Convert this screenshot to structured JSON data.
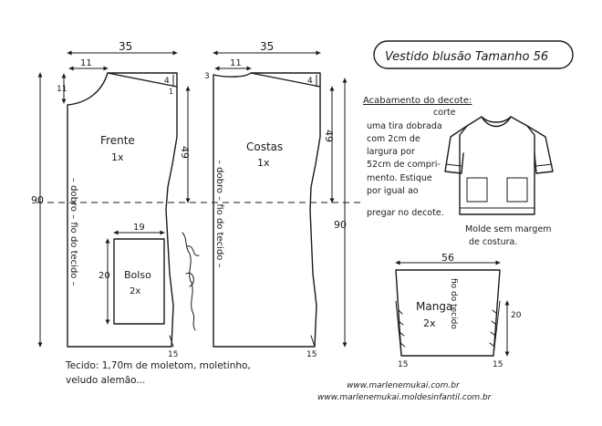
{
  "title": "Vestido blusão Tamanho 56",
  "front": {
    "name": "Frente",
    "count": "1x",
    "top_width": "35",
    "neck_width": "11",
    "neck_depth": "11",
    "shoulder_drop": "4",
    "armhole_depth": "49",
    "total_length": "90",
    "hem_extra": "15",
    "fold_label": "– dobro – fio do tecido –",
    "side_mark": "1"
  },
  "back": {
    "name": "Costas",
    "count": "1x",
    "top_width": "35",
    "neck_width": "11",
    "neck_depth": "3",
    "shoulder_drop": "4",
    "armhole_depth": "49",
    "total_length": "90",
    "hem_extra": "15",
    "fold_label": "– dobro – fio do tecido –"
  },
  "pocket": {
    "name": "Bolso",
    "count": "2x",
    "width": "19",
    "height": "20"
  },
  "sleeve": {
    "name": "Manga",
    "count": "2x",
    "width": "56",
    "height": "20",
    "cuff_left": "15",
    "cuff_right": "15",
    "grain_label": "fio do tecido"
  },
  "finishing_note": {
    "heading": "Acabamento do decote:",
    "lines": [
      "corte",
      "uma tira dobrada",
      "com 2cm de",
      "largura por",
      "52cm de compri-",
      "mento. Estique",
      "por igual ao",
      "pregar no decote."
    ]
  },
  "mold_note": [
    "Molde sem margem",
    "de costura."
  ],
  "fabric_note": [
    "Tecido: 1,70m de moletom, moletinho,",
    "veludo alemão..."
  ],
  "signature": "Marlene Mukai",
  "websites": [
    "www.marlenemukai.com.br",
    "www.marlenemukai.moldesinfantil.com.br"
  ]
}
